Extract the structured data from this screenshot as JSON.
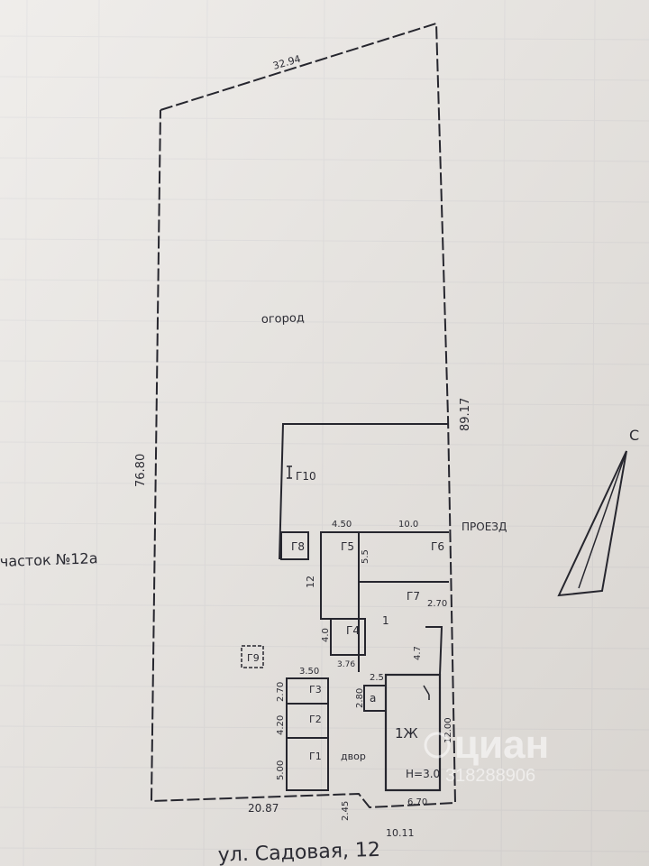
{
  "plan": {
    "labels": {
      "garden": "огород",
      "passage": "ПРОЕЗД",
      "neighbor": "часток №12а",
      "yard": "двор",
      "house": "1Ж",
      "height": "Н=3.0",
      "street": "ул. Садовая, 12",
      "north": "С",
      "lit_a": "а",
      "area_1": "1"
    },
    "outbuildings": {
      "g1": "Г1",
      "g2": "Г2",
      "g3": "Г3",
      "g4": "Г4",
      "g5": "Г5",
      "g6": "Г6",
      "g7": "Г7",
      "g8": "Г8",
      "g9": "Г9",
      "g10": "Г10"
    },
    "dimensions": {
      "top": "32.94",
      "left": "76.80",
      "right": "89.17",
      "bottom_left": "20.87",
      "bottom_right": "10.11",
      "bottom_step": "2.45",
      "house_width": "6.70",
      "house_depth": "12.00",
      "g5_width": "4.50",
      "g6_width": "10.0",
      "g5_depth": "5.5",
      "g10_depth": "12",
      "g4_height": "4.0",
      "g4_width": "3.76",
      "g7_right": "2.70",
      "g7_depth": "4.7",
      "porch_width": "2.5",
      "porch_depth": "2.80",
      "g_block_width": "3.50",
      "g3_depth": "2.70",
      "g2_depth": "4.20",
      "g1_depth": "5.00"
    },
    "watermark": {
      "brand": "циан",
      "number": "318288906"
    }
  }
}
